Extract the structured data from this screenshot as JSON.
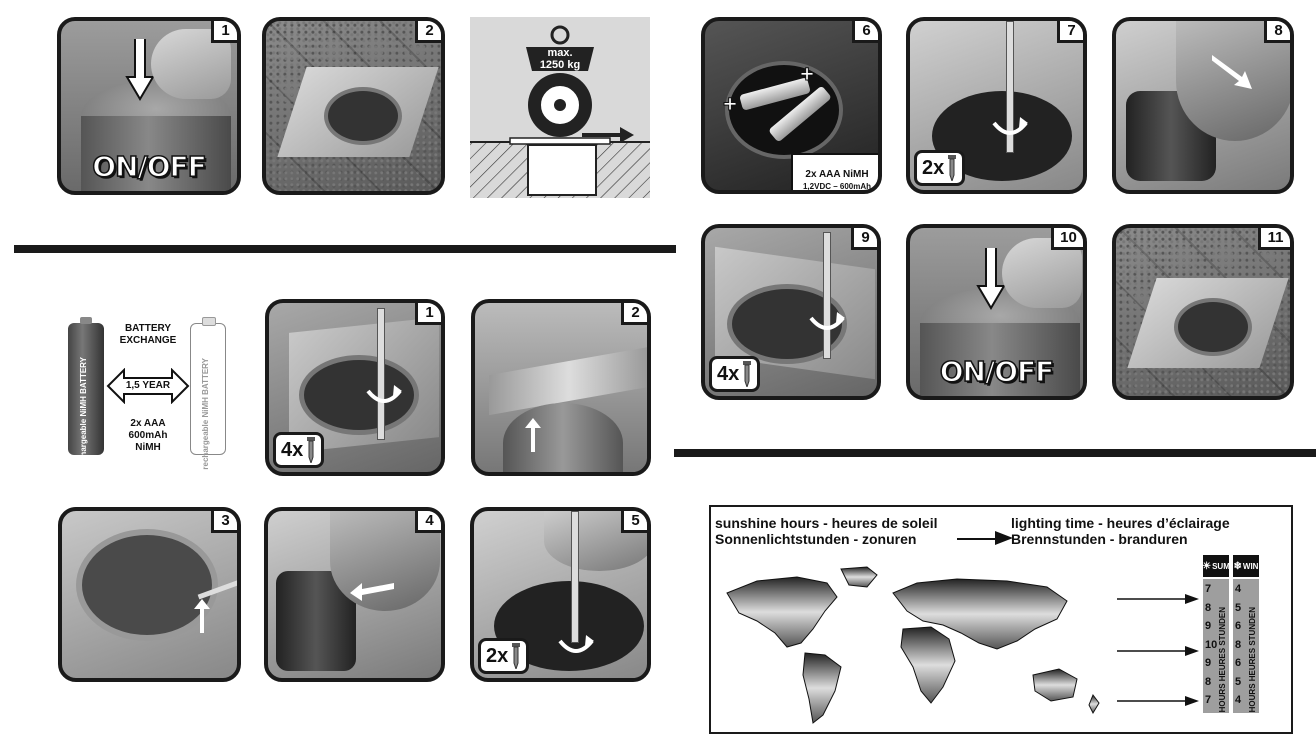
{
  "top_left": {
    "p1": {
      "num": "1",
      "label": "ON/OFF"
    },
    "p2": {
      "num": "2"
    },
    "p3": {
      "weight_line1": "max.",
      "weight_line2": "1250 kg"
    }
  },
  "battery": {
    "title_line1": "BATTERY",
    "title_line2": "EXCHANGE",
    "interval": "1,5 YEAR",
    "spec_line1": "2x AAA",
    "spec_line2": "600mAh",
    "spec_line3": "NiMH",
    "battery_old_text": "rechargeable NiMH BATTERY",
    "battery_new_text": "rechargeable NiMH BATTERY"
  },
  "exchange_steps": [
    {
      "num": "1",
      "badge": "4x"
    },
    {
      "num": "2"
    },
    {
      "num": "3"
    },
    {
      "num": "4"
    },
    {
      "num": "5",
      "badge": "2x"
    }
  ],
  "right_steps": [
    {
      "num": "6",
      "battery_label_line1": "2x AAA NiMH",
      "battery_label_line2": "1,2VDC – 600mAh"
    },
    {
      "num": "7",
      "badge": "2x"
    },
    {
      "num": "8"
    },
    {
      "num": "9",
      "badge": "4x"
    },
    {
      "num": "10",
      "label": "ON/OFF"
    },
    {
      "num": "11"
    }
  ],
  "sunshine": {
    "left_line1": "sunshine hours - heures de soleil",
    "left_line2": "Sonnenlichtstunden - zonuren",
    "right_line1": "lighting time - heures d’éclairage",
    "right_line2": "Brennstunden - branduren",
    "sum_label": "SUM",
    "win_label": "WIN",
    "sum_hours": [
      "7",
      "8",
      "9",
      "10",
      "9",
      "8",
      "7"
    ],
    "win_hours": [
      "4",
      "5",
      "6",
      "8",
      "6",
      "5",
      "4"
    ],
    "vertical_label": "HOURS HEURES STUNDEN"
  },
  "colors": {
    "frame": "#1a1a1a",
    "paving": "#6e6e6e",
    "column": "#9e9e9e"
  }
}
